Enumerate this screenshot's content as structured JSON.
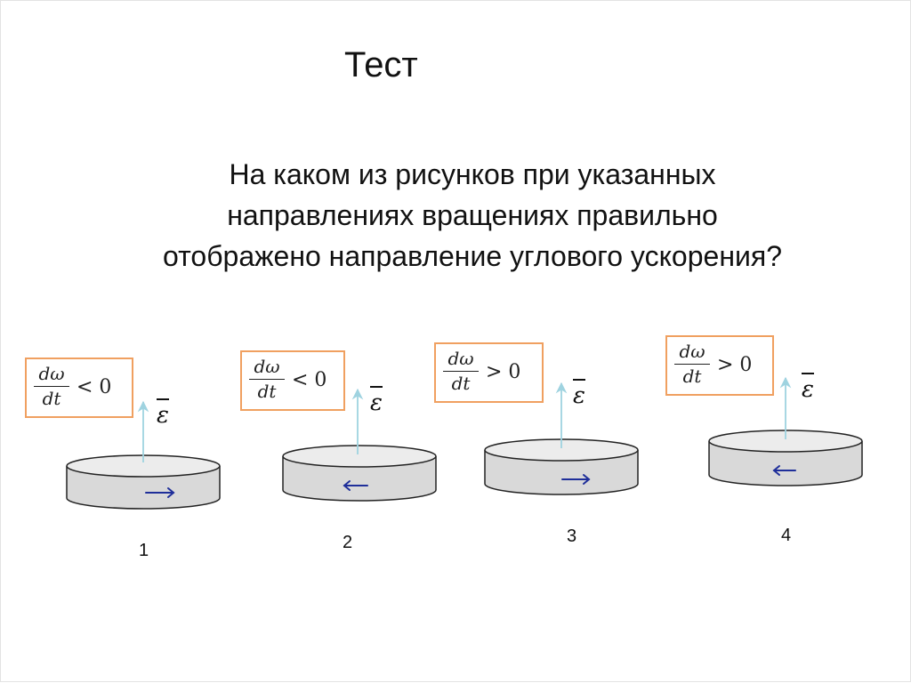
{
  "slide": {
    "title": "Тест",
    "question": [
      "На каком из рисунков при указанных",
      "направлениях вращениях правильно",
      "отображено направление углового ускорения?"
    ]
  },
  "figures": [
    {
      "number": "1",
      "condition": {
        "numerator": "dω",
        "denominator": "dt",
        "relation": "< 0"
      },
      "vector_label": "ε",
      "rotation_arrow": "right"
    },
    {
      "number": "2",
      "condition": {
        "numerator": "dω",
        "denominator": "dt",
        "relation": "< 0"
      },
      "vector_label": "ε",
      "rotation_arrow": "left"
    },
    {
      "number": "3",
      "condition": {
        "numerator": "dω",
        "denominator": "dt",
        "relation": "> 0"
      },
      "vector_label": "ε",
      "rotation_arrow": "right"
    },
    {
      "number": "4",
      "condition": {
        "numerator": "dω",
        "denominator": "dt",
        "relation": "> 0"
      },
      "vector_label": "ε",
      "rotation_arrow": "left"
    }
  ],
  "colors": {
    "box_border": "#f0a060",
    "disk_fill": "#d9d9d9",
    "disk_top": "#ececec",
    "vector_arrow": "#9fd3e0",
    "rotation_arrow": "#1f2f9a"
  }
}
